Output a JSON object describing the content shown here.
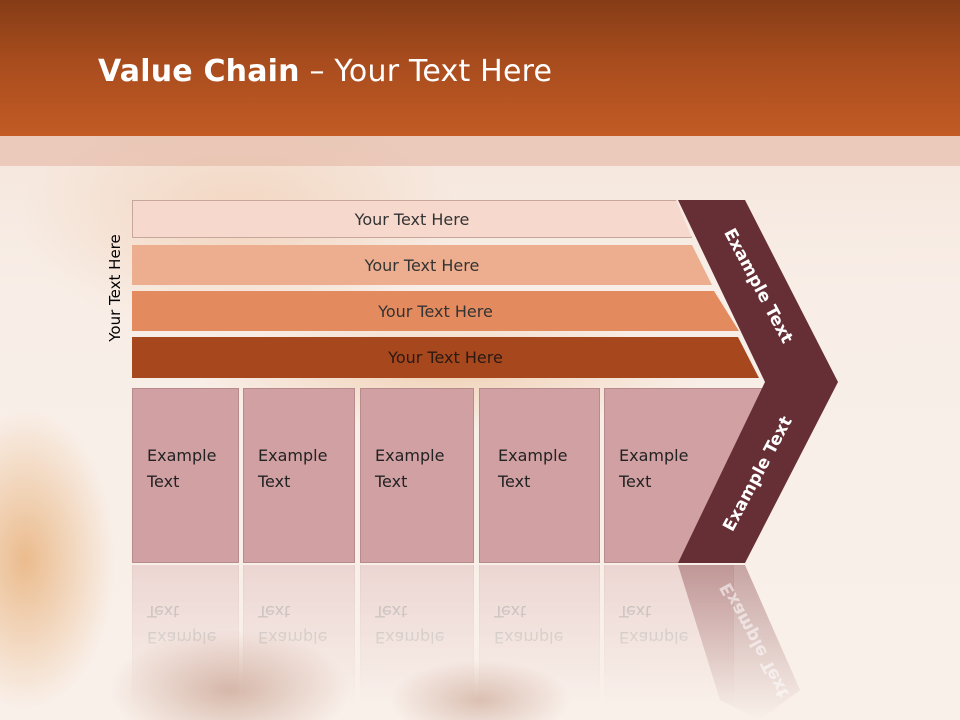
{
  "header": {
    "title_bold": "Value Chain",
    "title_rest": " – Your Text Here"
  },
  "side_label": "Your Text Here",
  "rows": [
    {
      "label": "Your Text Here"
    },
    {
      "label": "Your Text Here"
    },
    {
      "label": "Your Text Here"
    },
    {
      "label": "Your Text Here"
    }
  ],
  "boxes": [
    {
      "line1": "Example",
      "line2": "Text"
    },
    {
      "line1": "Example",
      "line2": "Text"
    },
    {
      "line1": "Example",
      "line2": "Text"
    },
    {
      "line1": "Example",
      "line2": "Text"
    },
    {
      "line1": "Example",
      "line2": "Text"
    }
  ],
  "chevron": {
    "upper_label": "Example Text",
    "lower_label": "Example Text"
  },
  "colors": {
    "header": "#a84c1e",
    "row1": "#f6d8cd",
    "row2": "#edae8f",
    "row3": "#e38a5f",
    "row4": "#a6471e",
    "boxes": "#d1a0a3",
    "chevron": "#662f35"
  }
}
